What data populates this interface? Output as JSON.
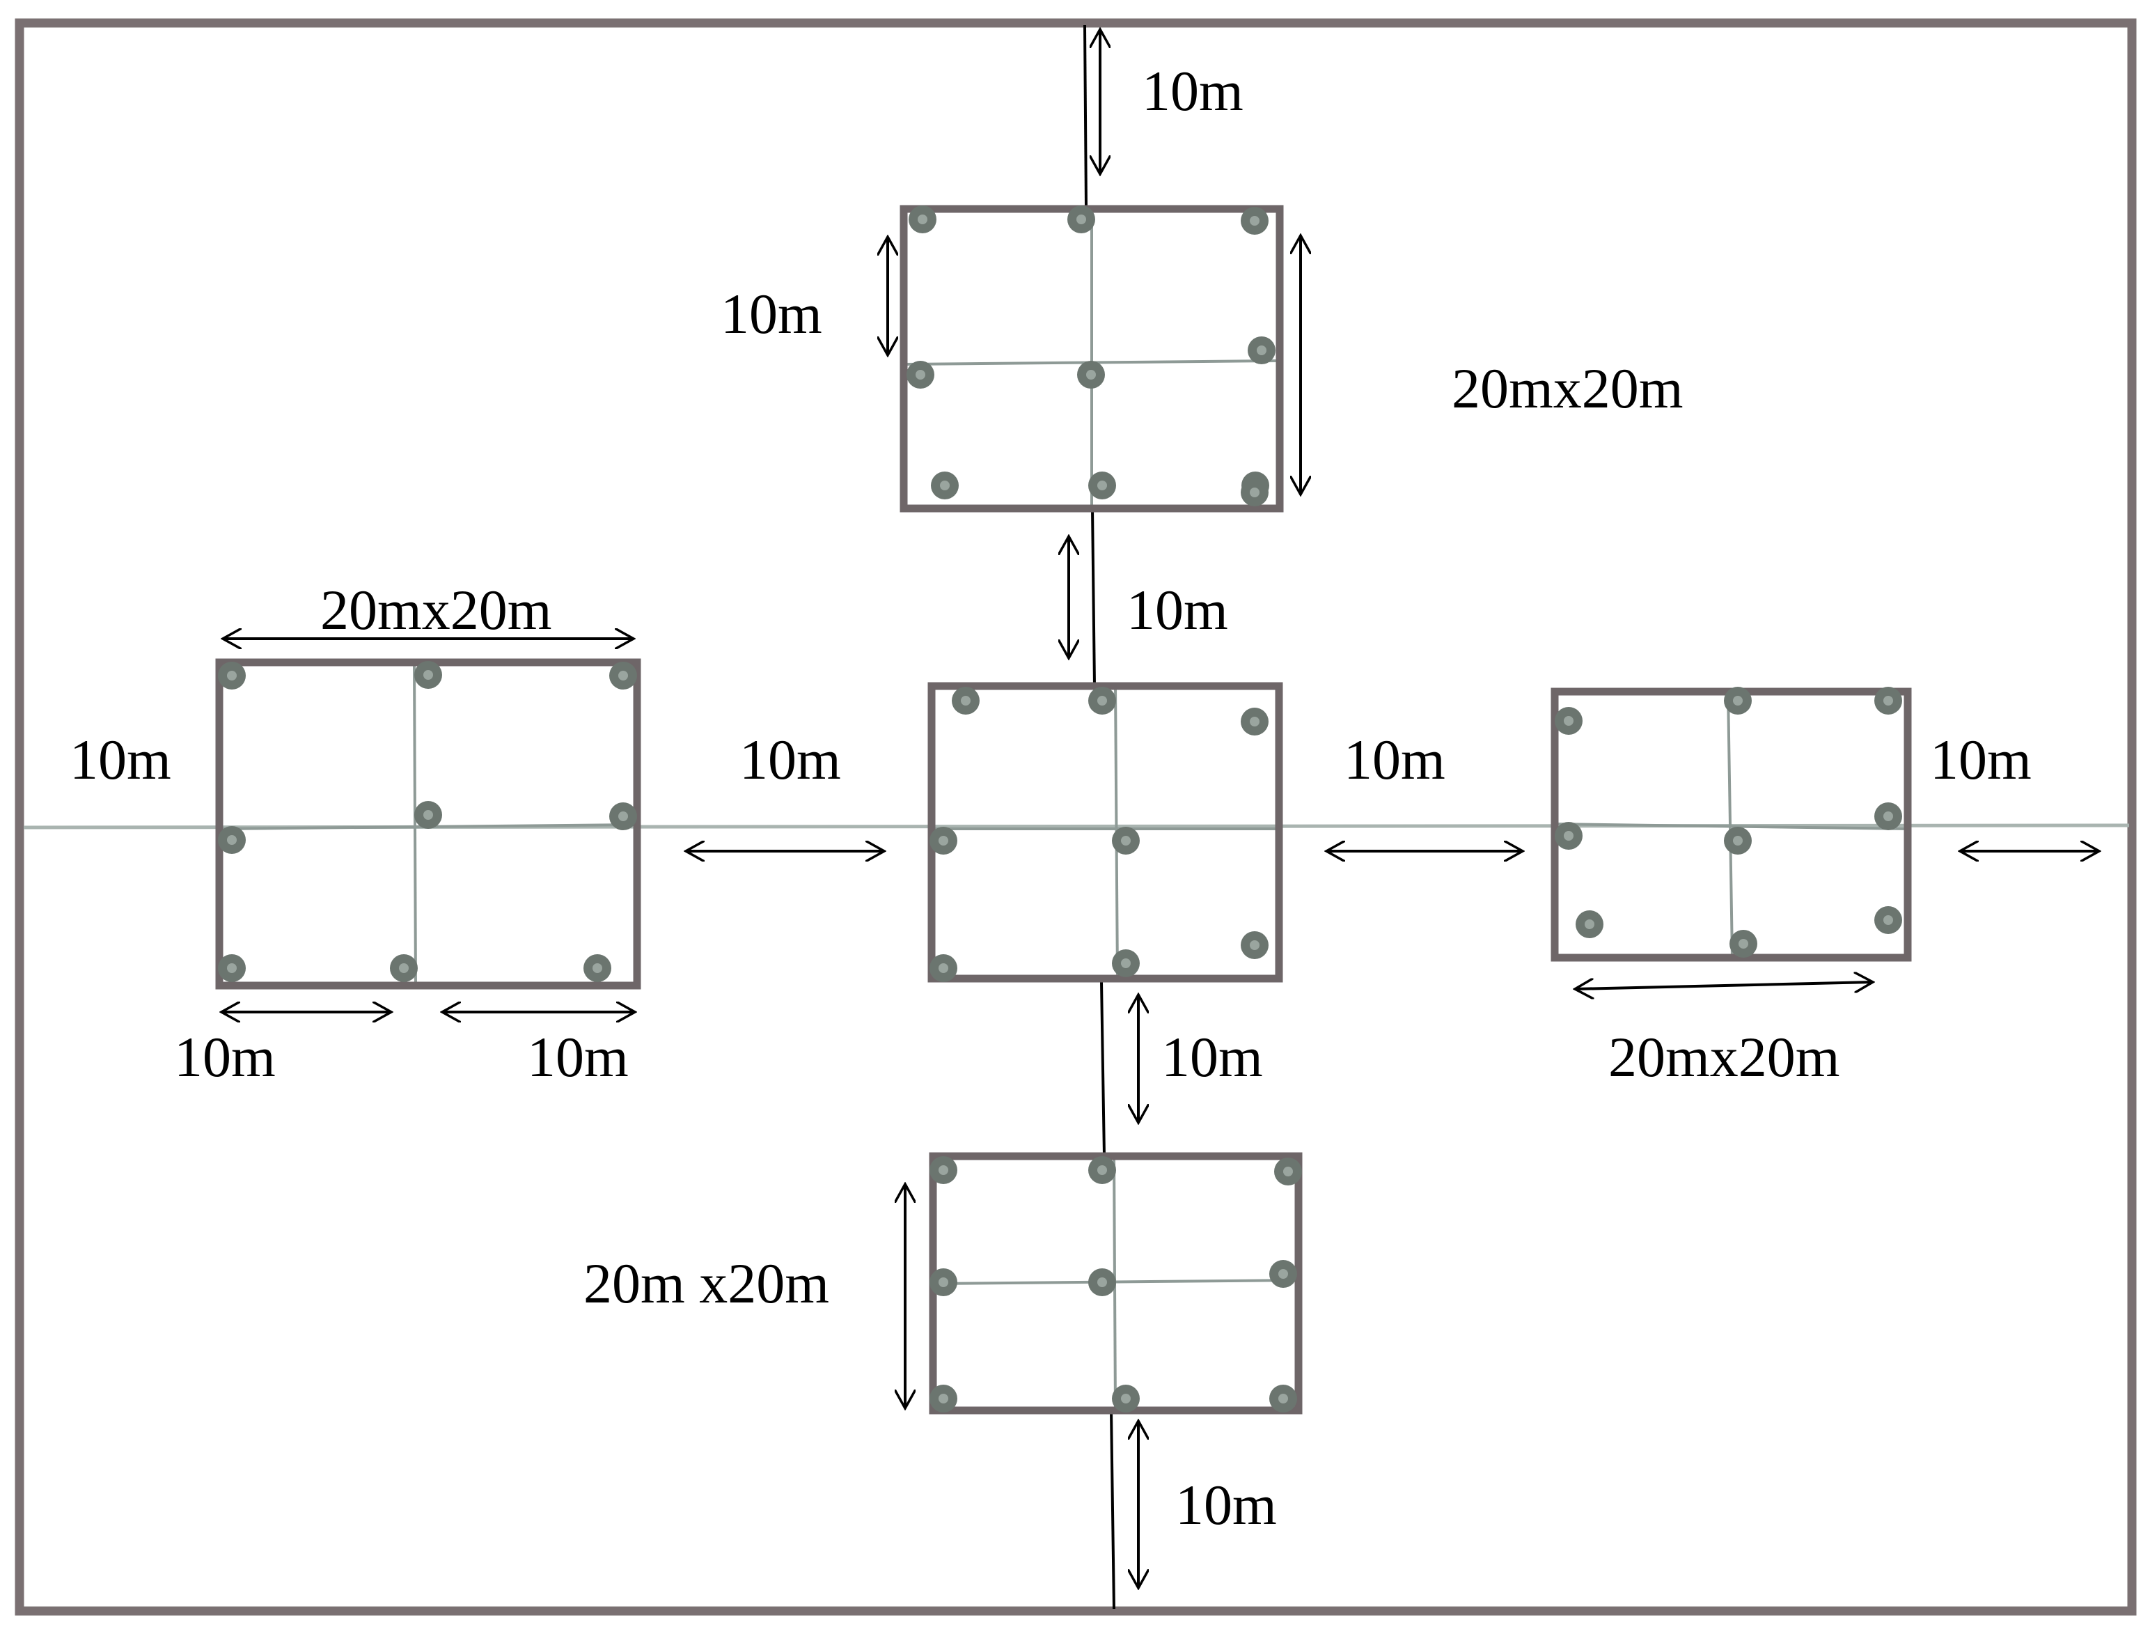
{
  "colors": {
    "background": "#ffffff",
    "frame": "#7a7072",
    "plot_border": "#6e6668",
    "transect": "#a9b4b0",
    "grid_line": "#8e9a96",
    "tree": "#6b756f",
    "tree_highlight": "#9aa59f",
    "arrow": "#000000"
  },
  "plots": [
    {
      "name": "top",
      "label": "20mx20m"
    },
    {
      "name": "left",
      "label": "20mx20m"
    },
    {
      "name": "center",
      "label": ""
    },
    {
      "name": "right",
      "label": "20mx20m"
    },
    {
      "name": "bottom",
      "label": "20m x20m"
    }
  ],
  "spacing_labels": {
    "top_edge": "10m",
    "top_plot_half": "10m",
    "top_to_center": "10m",
    "left_edge": "10m",
    "left_to_center": "10m",
    "center_to_right": "10m",
    "right_edge": "10m",
    "center_to_bottom": "10m",
    "bottom_edge": "10m",
    "left_plot_bottom_left": "10m",
    "left_plot_bottom_right": "10m"
  }
}
